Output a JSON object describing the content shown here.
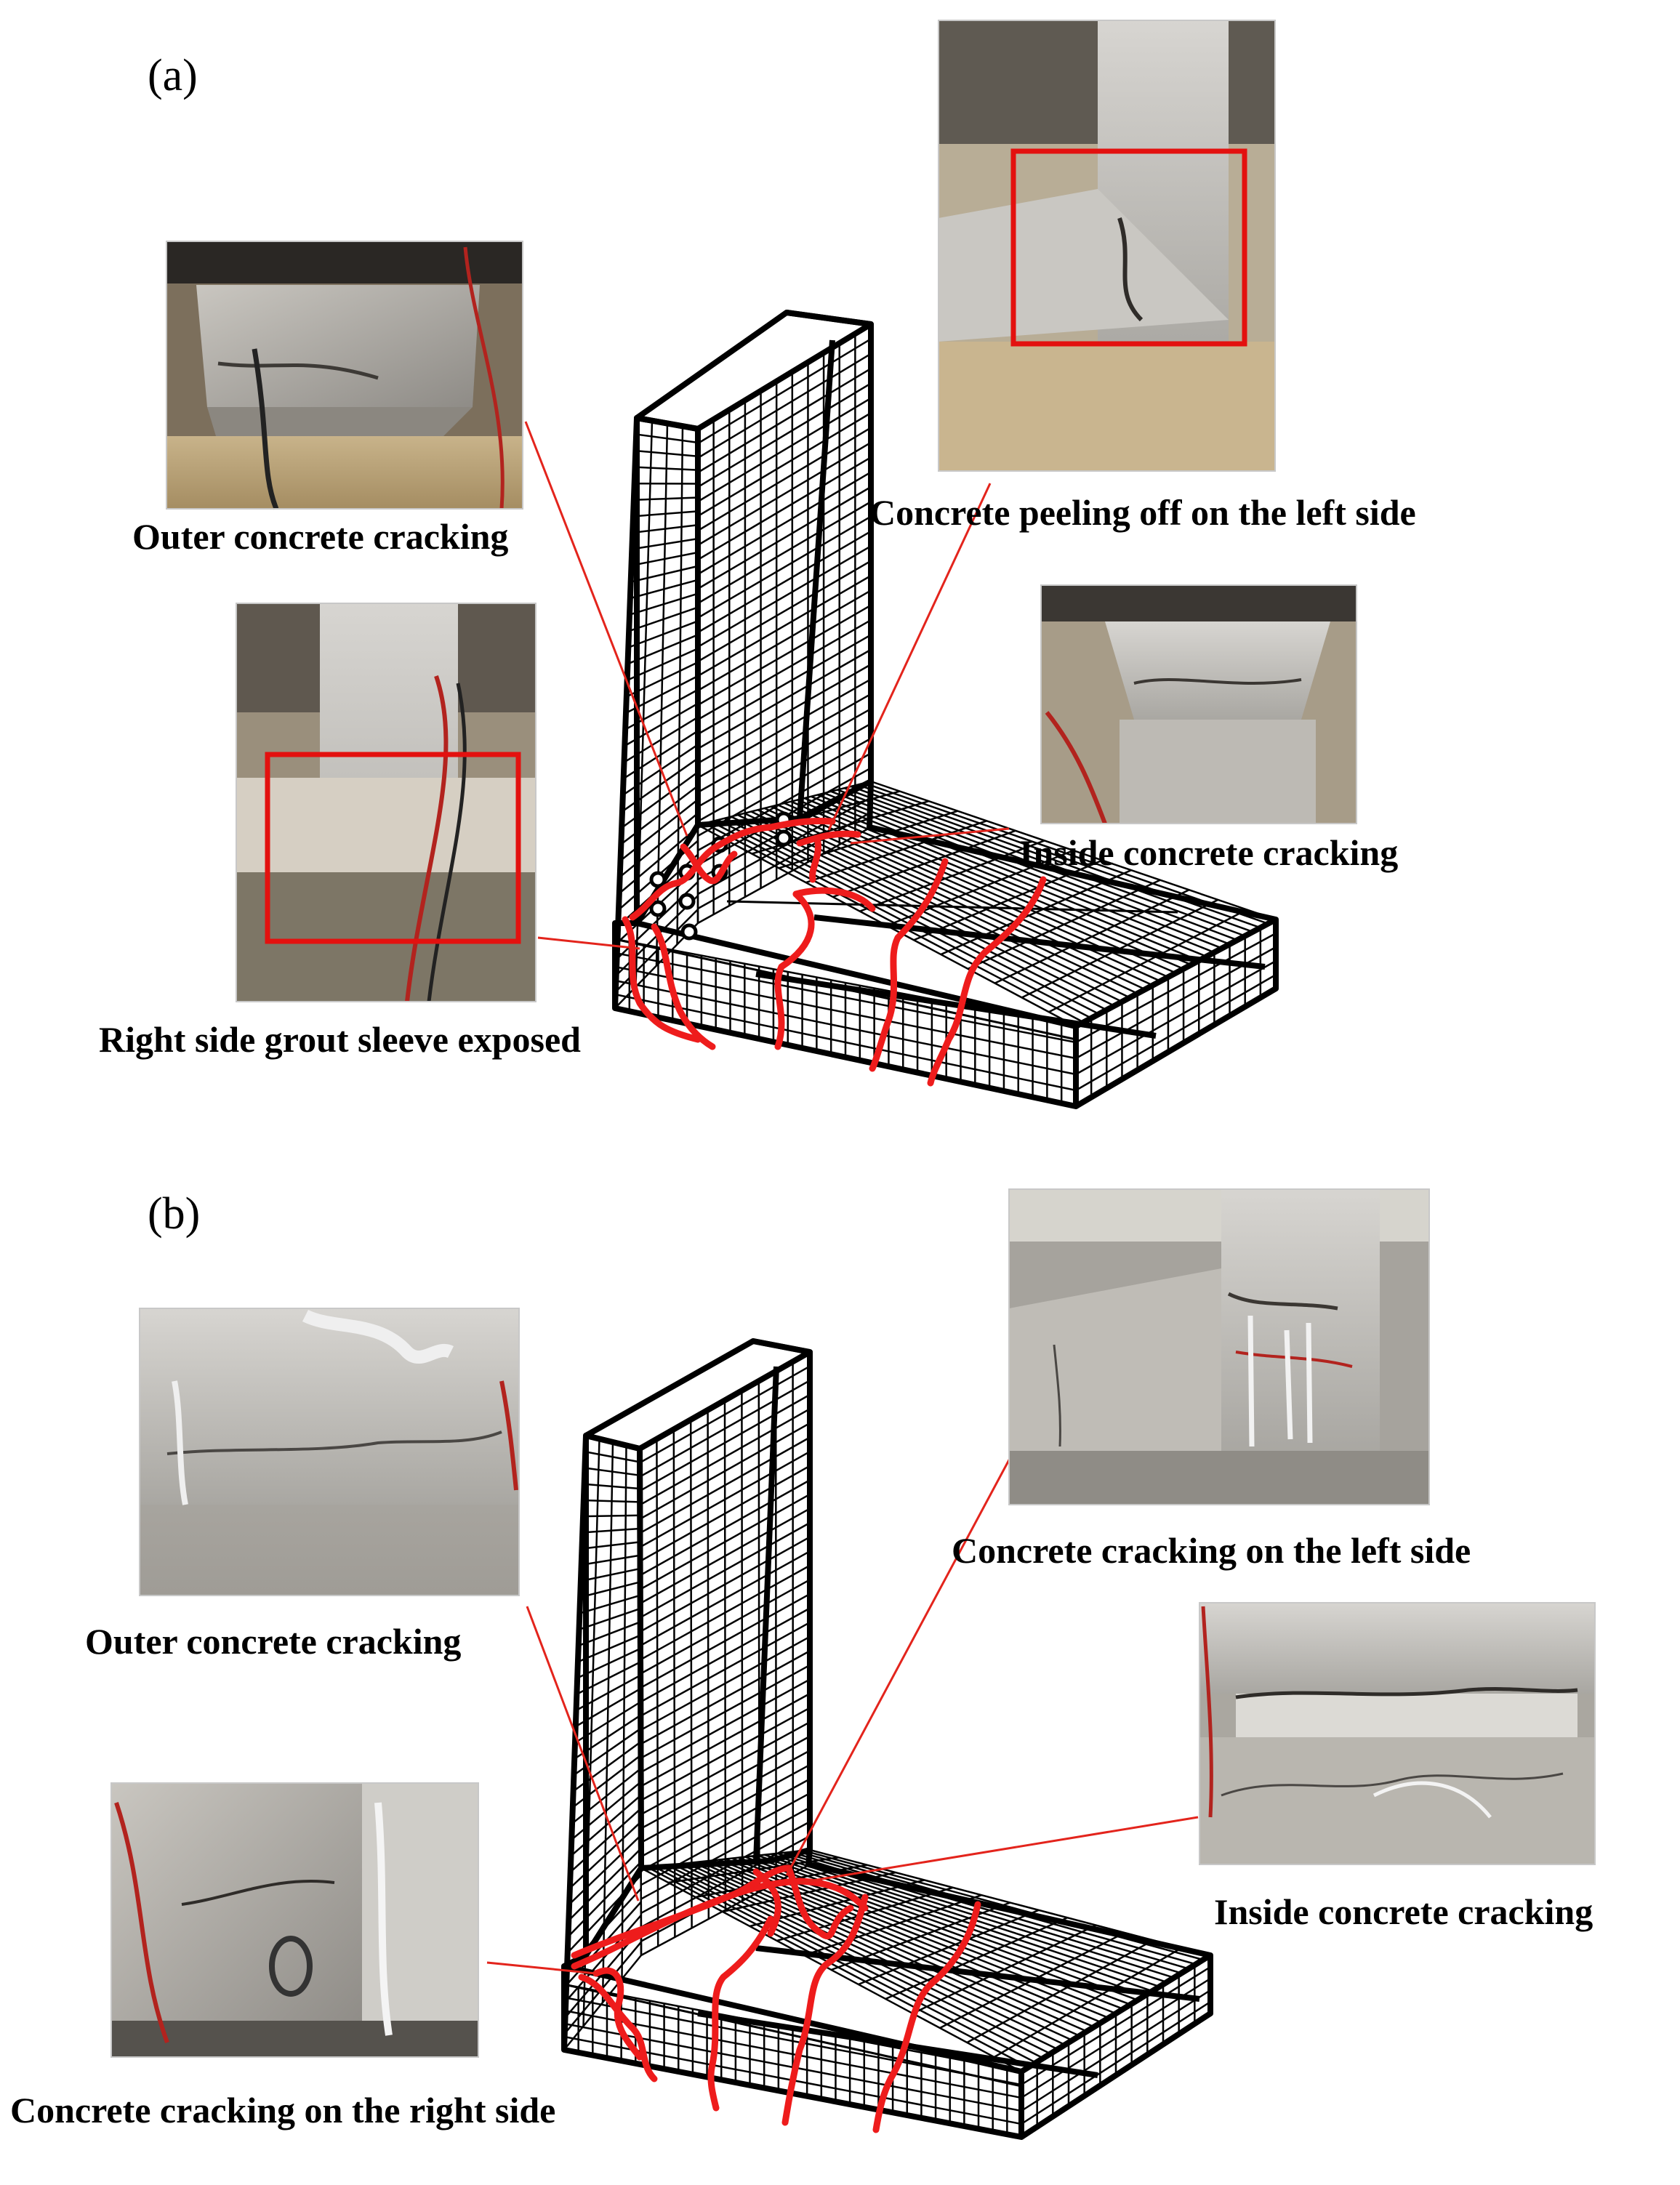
{
  "panels": [
    {
      "letter": "(a)",
      "captions": {
        "outer": "Outer concrete cracking",
        "left": "Concrete peeling off on the left side",
        "inside": "Inside concrete cracking",
        "right": "Right side grout sleeve exposed"
      }
    },
    {
      "letter": "(b)",
      "captions": {
        "outer": "Outer concrete cracking",
        "left": "Concrete cracking on the left side",
        "inside": "Inside concrete cracking",
        "right": "Concrete cracking on the right side"
      }
    }
  ],
  "colors": {
    "crack": "#ee1c1c",
    "leader": "#e3241c",
    "highlight_box": "#e3110f",
    "mesh": "#000000",
    "background": "#ffffff"
  }
}
